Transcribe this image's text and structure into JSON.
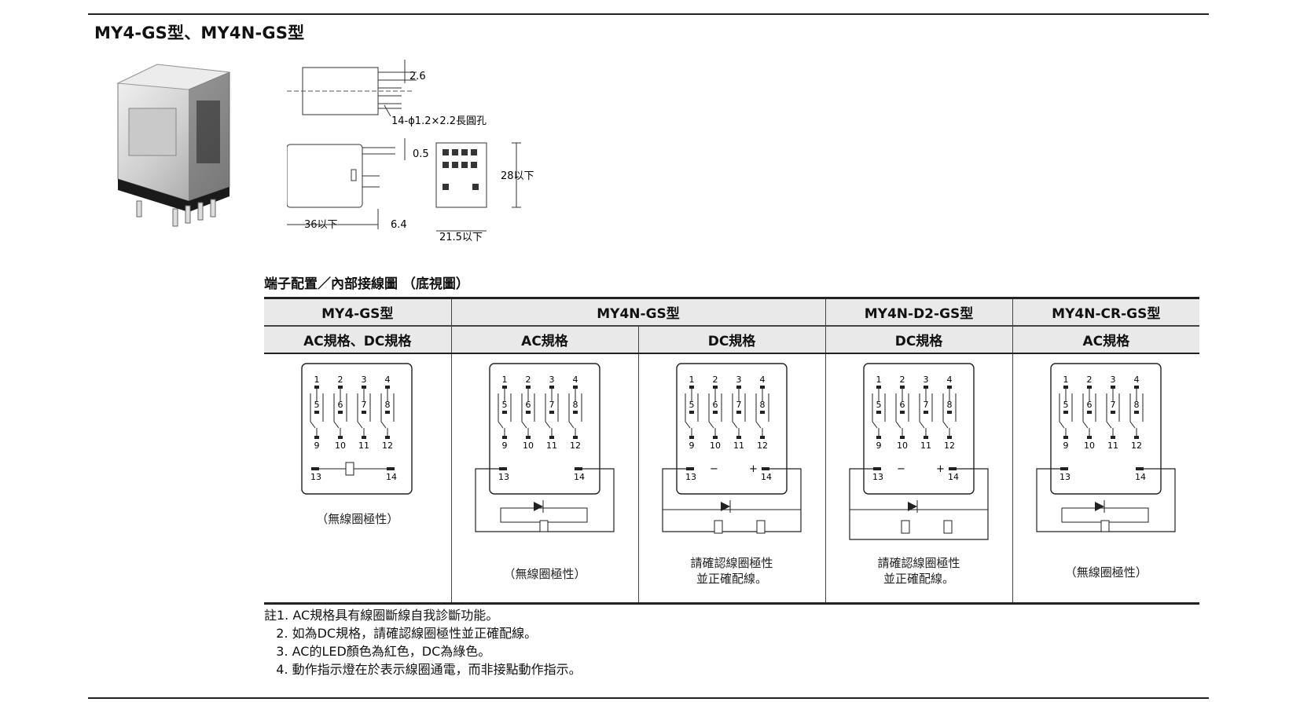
{
  "title": "MY4-GS型、MY4N-GS型",
  "dimensions": {
    "pin_pitch": "2.6",
    "hole_note": "14-ϕ1.2×2.2長圓孔",
    "pin_gap": "0.5",
    "height": "28以下",
    "length": "36以下",
    "pin_len": "6.4",
    "width": "21.5以下"
  },
  "section_title": "端子配置／內部接線圖 （底視圖）",
  "table": {
    "models": [
      "MY4-GS型",
      "MY4N-GS型",
      "MY4N-D2-GS型",
      "MY4N-CR-GS型"
    ],
    "specs": [
      "AC規格、DC規格",
      "AC規格",
      "DC規格",
      "DC規格",
      "AC規格"
    ],
    "pins_top": [
      "1",
      "2",
      "3",
      "4"
    ],
    "pins_mid": [
      "5",
      "6",
      "7",
      "8"
    ],
    "pins_bot": [
      "9",
      "10",
      "11",
      "12"
    ],
    "coil_a": "13",
    "coil_b": "14",
    "minus": "−",
    "plus": "+",
    "captions": {
      "no_polarity": "（無線圈極性）",
      "check_1": "請確認線圈極性",
      "check_2": "並正確配線。"
    }
  },
  "notes": [
    "註1. AC規格具有線圈斷線自我診斷功能。",
    "   2. 如為DC規格，請確認線圈極性並正確配線。",
    "   3. AC的LED顏色為紅色，DC為綠色。",
    "   4. 動作指示燈在於表示線圈通電，而非接點動作指示。"
  ]
}
